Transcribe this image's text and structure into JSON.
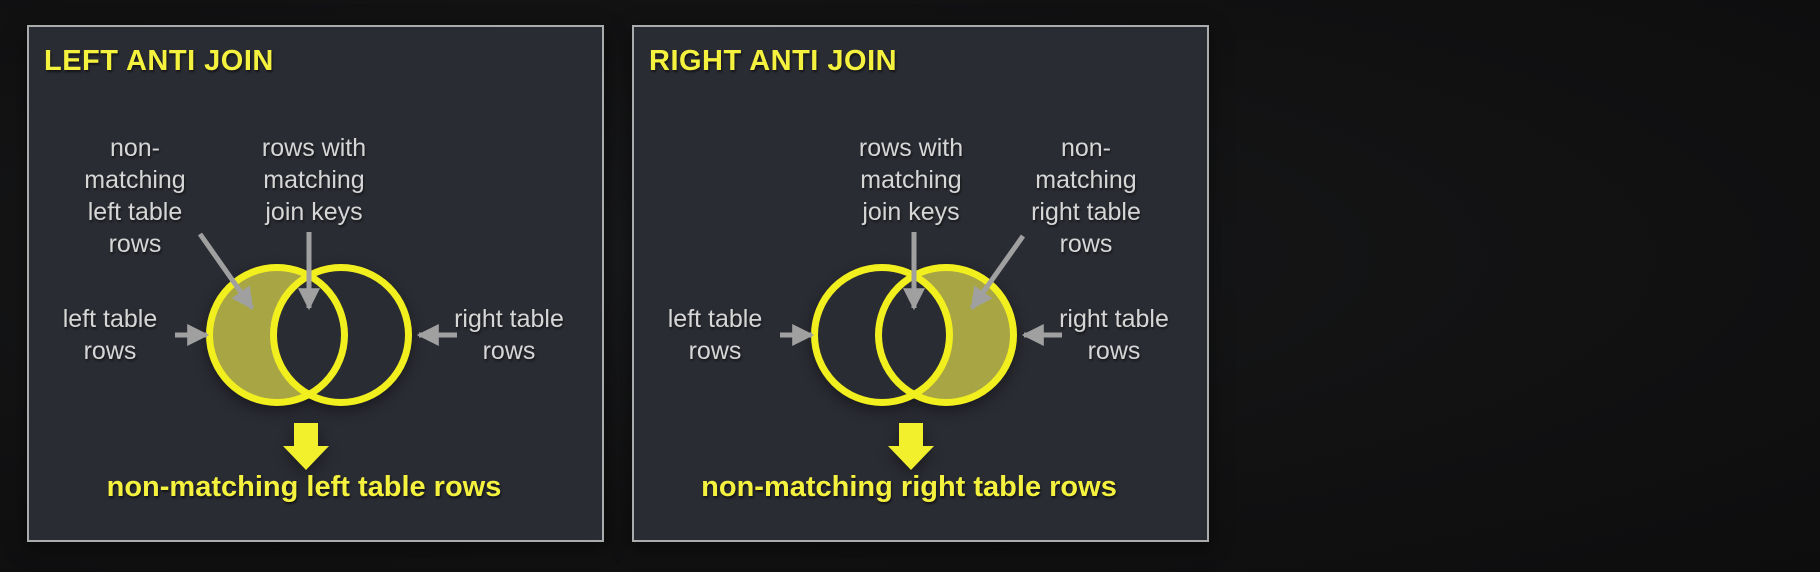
{
  "colors": {
    "page_background": "#121213",
    "panel_background": "#2a2c33",
    "panel_border": "#a9abad",
    "title_yellow": "#f5f23f",
    "circle_stroke_yellow": "#f2ef1e",
    "filled_region_olive": "#a8a544",
    "label_gray": "#d6d6d6",
    "arrow_gray": "#a0a0a0"
  },
  "icons": [
    "down-block-arrow-icon",
    "gray-pointer-arrow-icon"
  ],
  "panels": [
    {
      "id": "left-anti-join",
      "title": "LEFT ANTI JOIN",
      "filled_side": "left",
      "labels": {
        "nonmatching": "non-\nmatching\nleft table\nrows",
        "matching": "rows with\nmatching\njoin keys",
        "left_table": "left table\nrows",
        "right_table": "right table\nrows"
      },
      "result": "non-matching left table rows"
    },
    {
      "id": "right-anti-join",
      "title": "RIGHT ANTI JOIN",
      "filled_side": "right",
      "labels": {
        "matching": "rows with\nmatching\njoin keys",
        "nonmatching": "non-\nmatching\nright table\nrows",
        "left_table": "left table\nrows",
        "right_table": "right table\nrows"
      },
      "result": "non-matching right table rows"
    }
  ]
}
